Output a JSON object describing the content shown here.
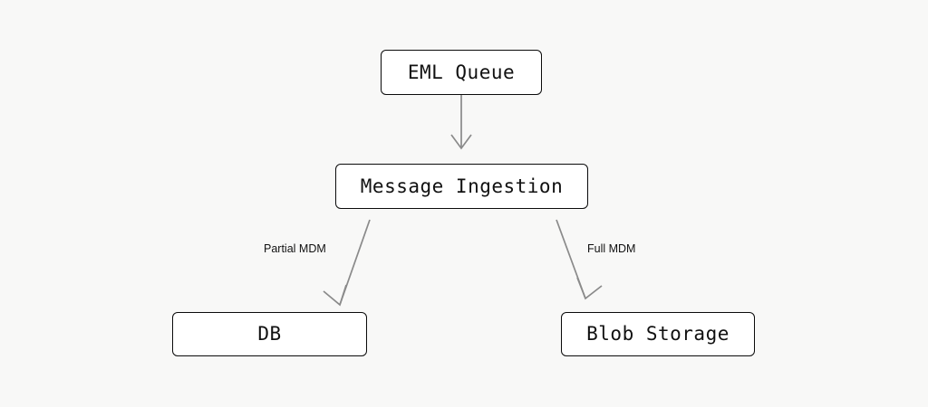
{
  "diagram": {
    "background_color": "#f8f8f7",
    "edge_color": "#8a8a8a",
    "node_border_color": "#0b0b0b",
    "node_fill_color": "#ffffff",
    "nodes": [
      {
        "id": "eml-queue",
        "label": "EML Queue"
      },
      {
        "id": "ingestion",
        "label": "Message Ingestion"
      },
      {
        "id": "db",
        "label": "DB"
      },
      {
        "id": "blob",
        "label": "Blob Storage"
      }
    ],
    "edges": [
      {
        "id": "eml-to-ingestion",
        "from": "eml-queue",
        "to": "ingestion",
        "label": ""
      },
      {
        "id": "ingestion-to-db",
        "from": "ingestion",
        "to": "db",
        "label": "Partial MDM"
      },
      {
        "id": "ingestion-to-blob",
        "from": "ingestion",
        "to": "blob",
        "label": "Full MDM"
      }
    ]
  }
}
